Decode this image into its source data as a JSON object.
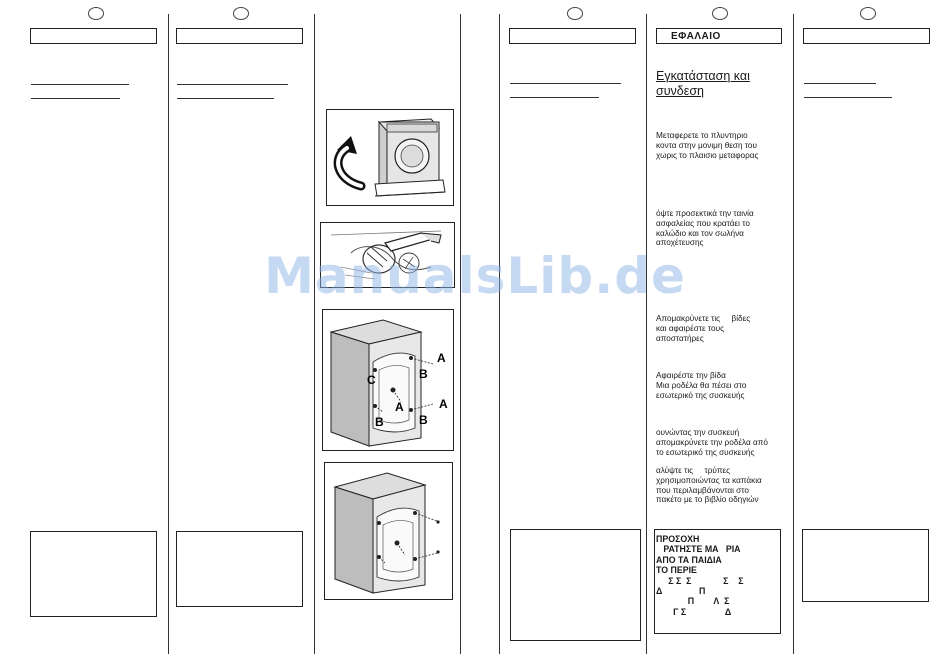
{
  "header": {
    "section_title": "ΕΦΑΛΑΙΟ"
  },
  "install": {
    "title_line1": "Εγκατάσταση και",
    "title_line2": "συνδεση",
    "step1": [
      "Μεταφερετε το πλυντηριο",
      "κοντα στην μονιμη θεση του",
      "χωρις το πλαισιο μεταφορας"
    ],
    "step2": [
      "όψτε προσεκτικά την ταινία",
      "ασφαλείας που κρατάει το",
      "καλώδιο και τον σωλήνα",
      "αποχέτευσης"
    ],
    "step3": [
      "Απομακρύνετε τις     βίδες",
      "και αφαιρέστε τους",
      "αποστατήρες"
    ],
    "step4": [
      "Αφαιρέστε την βίδα",
      "Μια ροδέλα θα πέσει στο",
      "εσωτερικό της συσκευής"
    ],
    "step5": [
      "ουνώντας την συσκευή",
      "απομακρύνετε την ροδέλα από",
      "το εσωτερικό της συσκευής"
    ],
    "step6": [
      "αλύψτε τις     τρύπες",
      "χρησιμοποιώντας τα καπάκια",
      "που περιλαμβάνονται στο",
      "πακέτο με το βιβλίο οδηγιών"
    ]
  },
  "warning": {
    "lines": [
      "ΠΡΟΣΟΧΗ",
      "   ΡΑΤΗΣΤΕ ΜΑ   ΡΙΑ",
      "ΑΠΟ ΤΑ ΠΑΙΔΙΑ",
      "ΤΟ ΠΕΡΙΕ",
      "     Σ Σ  Σ             Σ    Σ",
      "Δ               Π",
      "             Π        Λ  Σ",
      "       Γ Σ                Δ"
    ]
  },
  "figure_labels": {
    "a": "A",
    "b": "B",
    "c": "C"
  },
  "watermark": "ManualsLib.de",
  "colors": {
    "watermark": "#8fb4e6",
    "line": "#333333"
  }
}
